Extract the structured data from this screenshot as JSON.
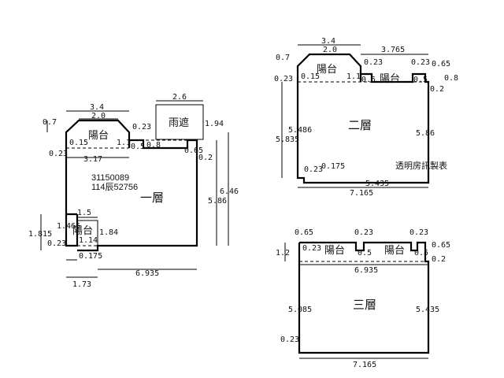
{
  "plan_ground": {
    "floor_label": "一層",
    "balcony_label": "陽台",
    "canopy_label": "雨遮",
    "lower_balcony_label": "陽台",
    "ref_number_1": "31150089",
    "ref_number_2": "114辰52756",
    "dims": {
      "balcony_width": "3.4",
      "balcony_inner": "2.0",
      "balcony_depth": "0.7",
      "balcony_side": "1.1",
      "balcony_left": "0.15",
      "step_023": "0.23",
      "gap_05": "0.5",
      "gap_08": "0.8",
      "canopy_width": "2.6",
      "canopy_height": "1.94",
      "wall_065": "0.65",
      "corner_023": "0.23",
      "inner_width": "3.17",
      "right_02": "0.2",
      "total_height": "6.46",
      "main_height": "5.86",
      "lb_width": "1.5",
      "lb_height": "1.465",
      "lb_side": "1.84",
      "lb_outer": "1.815",
      "lb_left": "0.23",
      "lb_bottom": "1.14",
      "lb_gap": "0.175",
      "bottom_left": "1.73",
      "bottom_main": "6.935"
    }
  },
  "plan_second": {
    "floor_label": "二層",
    "balcony_label_1": "陽台",
    "balcony_label_2": "陽台",
    "credit": "透明房訊製表",
    "dims": {
      "width_34": "3.4",
      "inner_20": "2.0",
      "right_3765": "3.765",
      "left_07": "0.7",
      "left_015": "0.15",
      "step_023a": "0.23",
      "step_023b": "0.23",
      "side_11": "1.1",
      "gap_05a": "0.5",
      "gap_05b": "0.5",
      "right_065": "0.65",
      "right_08": "0.8",
      "right_02": "0.2",
      "corner_023": "0.23",
      "left_5486": "5.486",
      "left_5835": "5.835",
      "right_586": "5.86",
      "inner_023": "0.23",
      "gap_0175": "0.175",
      "bottom_5435": "5.435",
      "bottom_7165": "7.165"
    }
  },
  "plan_third": {
    "floor_label": "三層",
    "balcony_label_1": "陽台",
    "balcony_label_2": "陽台",
    "dims": {
      "top_065a": "0.65",
      "top_023a": "0.23",
      "top_023b": "0.23",
      "top_065b": "0.65",
      "left_12": "1.2",
      "left_023": "0.23",
      "gap_05a": "0.5",
      "gap_05b": "0.5",
      "right_02": "0.2",
      "inner_6935": "6.935",
      "left_5085": "5.085",
      "right_5435": "5.435",
      "bottom_023": "0.23",
      "bottom_7165": "7.165"
    }
  }
}
